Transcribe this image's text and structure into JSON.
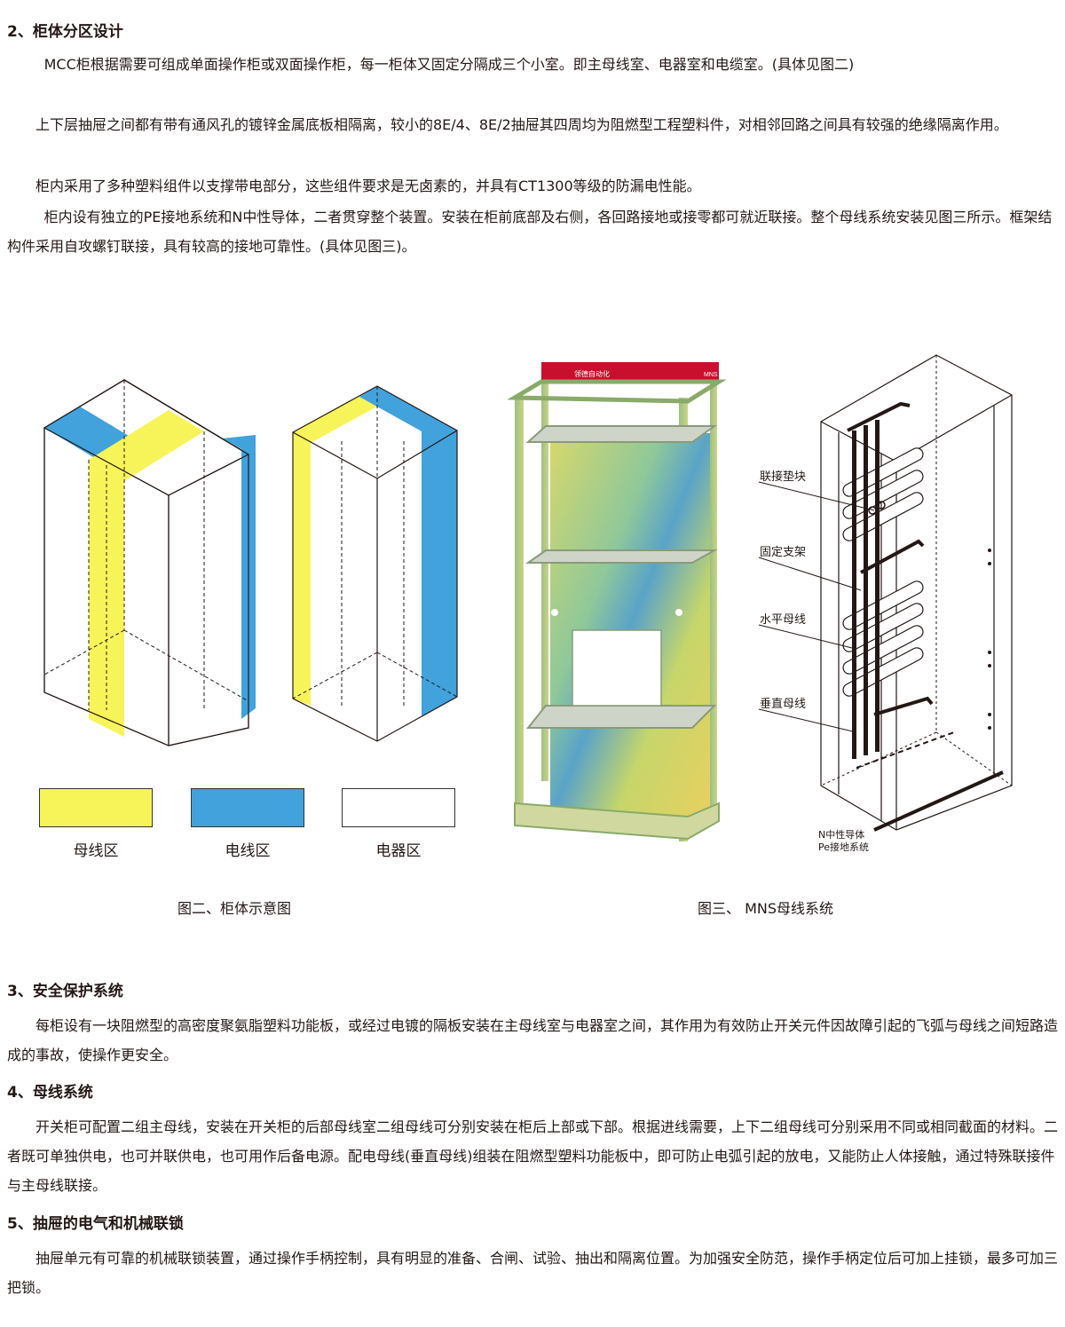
{
  "section2": {
    "heading": "2、柜体分区设计",
    "paragraphs": [
      "MCC柜根据需要可组成单面操作柜或双面操作柜，每一柜体又固定分隔成三个小室。即主母线室、电器室和电缆室。(具体见图二)",
      "上下层抽屉之间都有带有通风孔的镀锌金属底板相隔离，较小的8E/4、8E/2抽屉其四周均为阻燃型工程塑料件，对相邻回路之间具有较强的绝缘隔离作用。",
      "柜内采用了多种塑料组件以支撑带电部分，这些组件要求是无卤素的，并具有CT1300等级的防漏电性能。",
      "柜内设有独立的PE接地系统和N中性导体，二者贯穿整个装置。安装在柜前底部及右侧，各回路接地或接零都可就近联接。整个母线系统安装见图三所示。框架结构件采用自攻螺钉联接，具有较高的接地可靠性。(具体见图三)。"
    ]
  },
  "figure2": {
    "legend": [
      {
        "label": "母线区",
        "color": "#f7f45a"
      },
      {
        "label": "电线区",
        "color": "#41a2dc"
      },
      {
        "label": "电器区",
        "color": "#ffffff"
      }
    ],
    "caption": "图二、柜体示意图"
  },
  "figure3": {
    "cabinet_header_left": "领德自动化",
    "cabinet_header_right": "MNS",
    "callouts": [
      "联接垫块",
      "固定支架",
      "水平母线",
      "垂直母线"
    ],
    "bottom_labels": [
      "N中性导体",
      "Pe接地系统"
    ],
    "caption": "图三、 MNS母线系统",
    "header_color": "#c8102e"
  },
  "section3": {
    "heading": "3、安全保护系统",
    "paragraphs": [
      "每柜设有一块阻燃型的高密度聚氨脂塑料功能板，或经过电镀的隔板安装在主母线室与电器室之间，其作用为有效防止开关元件因故障引起的飞弧与母线之间短路造成的事故，使操作更安全。"
    ]
  },
  "section4": {
    "heading": "4、母线系统",
    "paragraphs": [
      "开关柜可配置二组主母线，安装在开关柜的后部母线室二组母线可分别安装在柜后上部或下部。根据进线需要，上下二组母线可分别采用不同或相同截面的材料。二者既可单独供电，也可并联供电，也可用作后备电源。配电母线(垂直母线)组装在阻燃型塑料功能板中，即可防止电弧引起的放电，又能防止人体接触，通过特殊联接件与主母线联接。"
    ]
  },
  "section5": {
    "heading": "5、抽屉的电气和机械联锁",
    "paragraphs": [
      "抽屉单元有可靠的机械联锁装置，通过操作手柄控制，具有明显的准备、合闸、试验、抽出和隔离位置。为加强安全防范，操作手柄定位后可加上挂锁，最多可加三把锁。"
    ]
  }
}
